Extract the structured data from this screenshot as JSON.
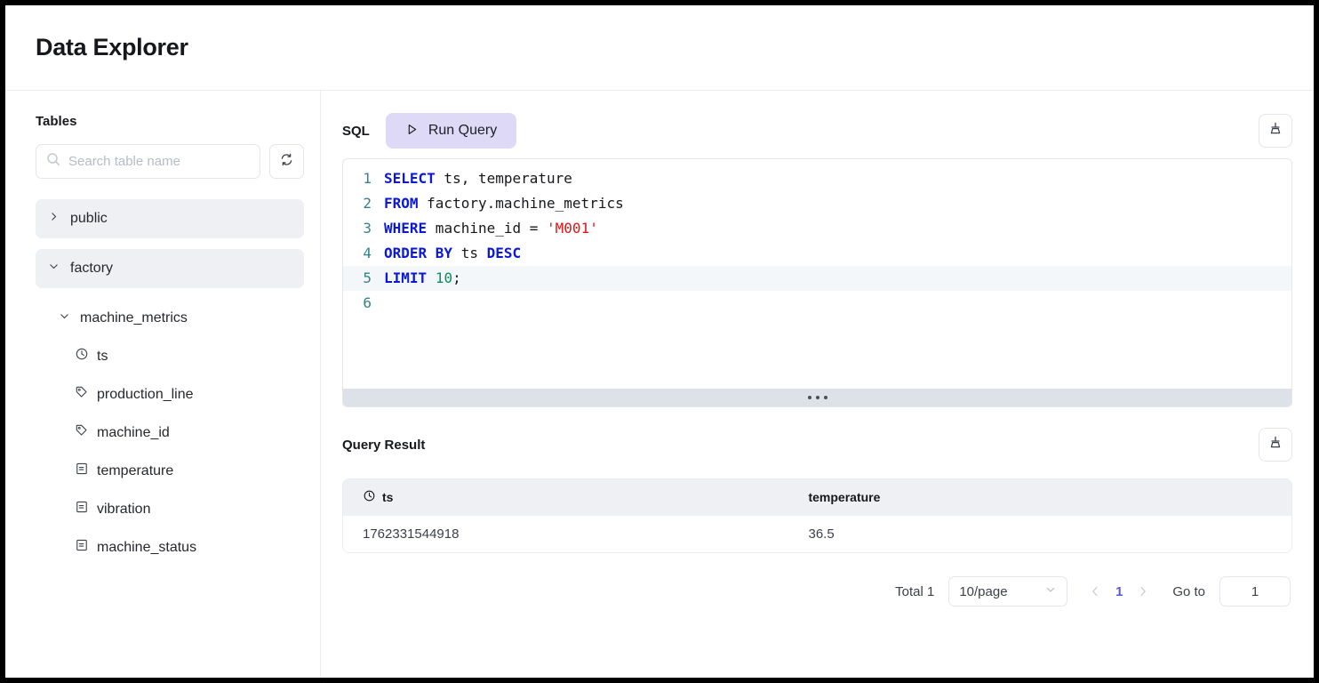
{
  "header": {
    "title": "Data Explorer"
  },
  "sidebar": {
    "title": "Tables",
    "search": {
      "placeholder": "Search table name",
      "value": ""
    },
    "refresh_icon": "refresh-icon",
    "schemas": [
      {
        "name": "public",
        "expanded": false,
        "chevron": "chevron-right-icon"
      },
      {
        "name": "factory",
        "expanded": true,
        "chevron": "chevron-down-icon"
      }
    ],
    "tables": [
      {
        "name": "machine_metrics",
        "expanded": true,
        "chevron": "chevron-down-icon"
      }
    ],
    "columns": [
      {
        "name": "ts",
        "icon": "clock-icon"
      },
      {
        "name": "production_line",
        "icon": "tag-icon"
      },
      {
        "name": "machine_id",
        "icon": "tag-icon"
      },
      {
        "name": "temperature",
        "icon": "field-icon"
      },
      {
        "name": "vibration",
        "icon": "field-icon"
      },
      {
        "name": "machine_status",
        "icon": "field-icon"
      }
    ]
  },
  "sql_section": {
    "label": "SQL",
    "run_button": {
      "label": "Run Query",
      "icon": "play-icon",
      "bg": "#ddd9f7"
    },
    "export_icon": "export-icon",
    "editor": {
      "active_line": 5,
      "lines": [
        {
          "no": "1",
          "tokens": [
            {
              "t": "SELECT",
              "c": "kw"
            },
            {
              "t": " ts, temperature",
              "c": ""
            }
          ]
        },
        {
          "no": "2",
          "tokens": [
            {
              "t": "FROM",
              "c": "kw"
            },
            {
              "t": " factory.machine_metrics",
              "c": ""
            }
          ]
        },
        {
          "no": "3",
          "tokens": [
            {
              "t": "WHERE",
              "c": "kw"
            },
            {
              "t": " machine_id = ",
              "c": ""
            },
            {
              "t": "'M001'",
              "c": "str"
            }
          ]
        },
        {
          "no": "4",
          "tokens": [
            {
              "t": "ORDER BY",
              "c": "kw"
            },
            {
              "t": " ts ",
              "c": ""
            },
            {
              "t": "DESC",
              "c": "kw"
            }
          ]
        },
        {
          "no": "5",
          "tokens": [
            {
              "t": "LIMIT",
              "c": "kw"
            },
            {
              "t": " ",
              "c": ""
            },
            {
              "t": "10",
              "c": "num"
            },
            {
              "t": ";",
              "c": ""
            }
          ]
        },
        {
          "no": "6",
          "tokens": [
            {
              "t": "",
              "c": ""
            }
          ]
        }
      ]
    },
    "resize_handle": "resize-handle"
  },
  "result_section": {
    "title": "Query Result",
    "export_icon": "export-icon",
    "table": {
      "columns": [
        {
          "label": "ts",
          "icon": "clock-icon"
        },
        {
          "label": "temperature",
          "icon": ""
        }
      ],
      "rows": [
        [
          "1762331544918",
          "36.5"
        ]
      ]
    },
    "pagination": {
      "total_label": "Total 1",
      "page_size": "10/page",
      "prev_icon": "chevron-left-icon",
      "next_icon": "chevron-right-icon",
      "current_page": "1",
      "goto_label": "Go to",
      "goto_value": "1",
      "accent": "#5b5bd6"
    }
  }
}
